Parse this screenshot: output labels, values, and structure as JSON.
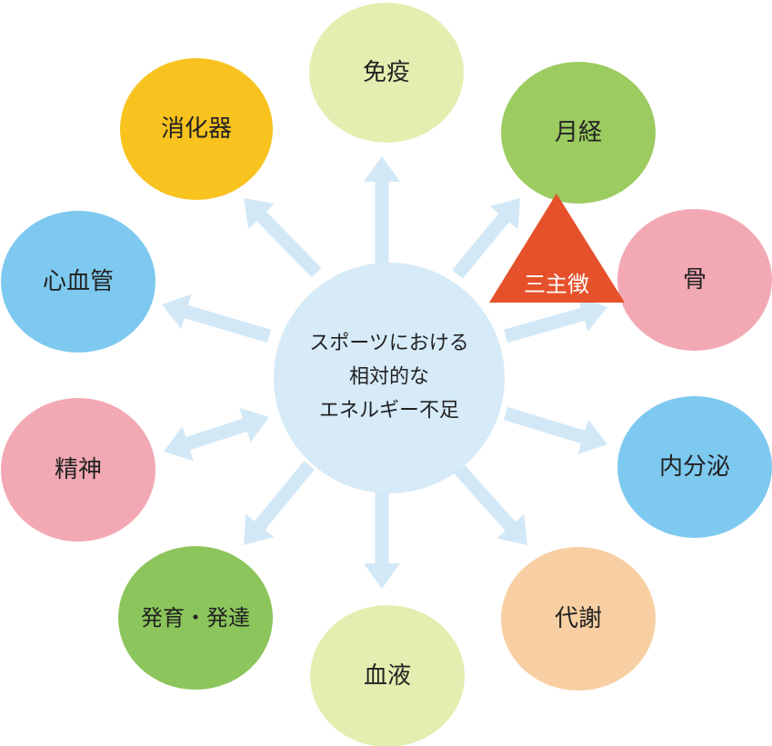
{
  "center": {
    "lines": [
      "スポーツにおける",
      "相対的な",
      "エネルギー不足"
    ],
    "color": "#d6eaf8"
  },
  "nodes": [
    {
      "id": "immunity",
      "label": "免疫",
      "color": "#e3eeb0"
    },
    {
      "id": "menstruation",
      "label": "月経",
      "color": "#9ccb5f"
    },
    {
      "id": "bone",
      "label": "骨",
      "color": "#f2a9b4"
    },
    {
      "id": "endocrine",
      "label": "内分泌",
      "color": "#7dc9ef"
    },
    {
      "id": "metabolism",
      "label": "代謝",
      "color": "#f7cfa2"
    },
    {
      "id": "blood",
      "label": "血液",
      "color": "#e3eeb0"
    },
    {
      "id": "growth-development",
      "label": "発育・発達",
      "color": "#8cc55b"
    },
    {
      "id": "mental",
      "label": "精神",
      "color": "#f2a9b4"
    },
    {
      "id": "cardiovascular",
      "label": "心血管",
      "color": "#7dc9ef"
    },
    {
      "id": "digestive",
      "label": "消化器",
      "color": "#f8c21f"
    }
  ],
  "triad": {
    "label": "三主徴",
    "color": "#e5512a"
  },
  "arrow_color": "#d3e8f7"
}
